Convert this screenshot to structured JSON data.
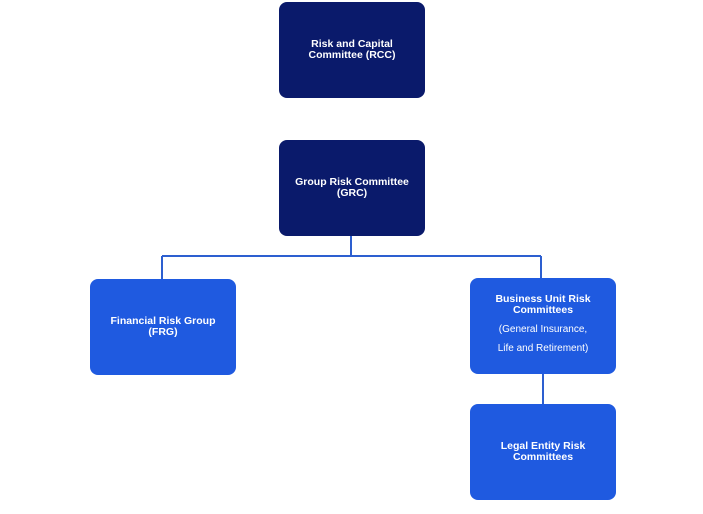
{
  "nodes": {
    "rcc": {
      "title": "Risk and Capital\nCommittee (RCC)"
    },
    "grc": {
      "title": "Group Risk Committee\n(GRC)"
    },
    "frg": {
      "title": "Financial Risk Group\n(FRG)"
    },
    "bu": {
      "title": "Business Unit Risk\nCommittees",
      "subtitle": "(General Insurance,\nLife and Retirement)"
    },
    "le": {
      "title": "Legal Entity Risk\nCommittees"
    }
  },
  "colors": {
    "top_level": "#0a1a6b",
    "lower_level": "#1f5ae0",
    "connector": "#2d5fd0"
  }
}
